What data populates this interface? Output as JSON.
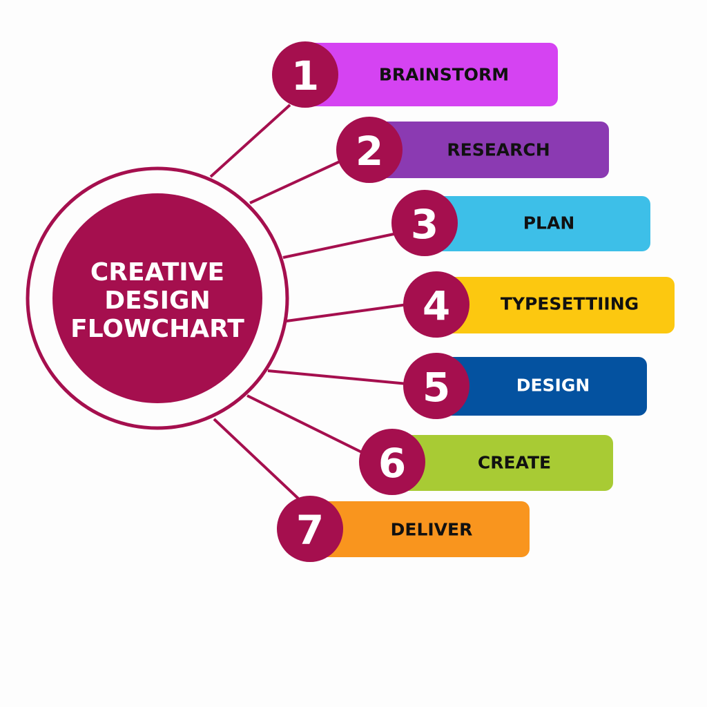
{
  "title": {
    "lines": [
      "CREATIVE",
      "DESIGN",
      "FLOWCHART"
    ]
  },
  "colors": {
    "primary": "#A50F4E",
    "background": "#FDFDFD"
  },
  "steps": [
    {
      "number": "1",
      "label": "BRAINSTORM",
      "color": "#D543F2",
      "text_color": "#111111"
    },
    {
      "number": "2",
      "label": "RESEARCH",
      "color": "#8B3AB2",
      "text_color": "#111111"
    },
    {
      "number": "3",
      "label": "PLAN",
      "color": "#3DBFE8",
      "text_color": "#111111"
    },
    {
      "number": "4",
      "label": "TYPESETTIING",
      "color": "#FCC810",
      "text_color": "#111111"
    },
    {
      "number": "5",
      "label": "DESIGN",
      "color": "#0452A0",
      "text_color": "#FFFFFF"
    },
    {
      "number": "6",
      "label": "CREATE",
      "color": "#A8CB34",
      "text_color": "#111111"
    },
    {
      "number": "7",
      "label": "DELIVER",
      "color": "#F9951E",
      "text_color": "#111111"
    }
  ]
}
